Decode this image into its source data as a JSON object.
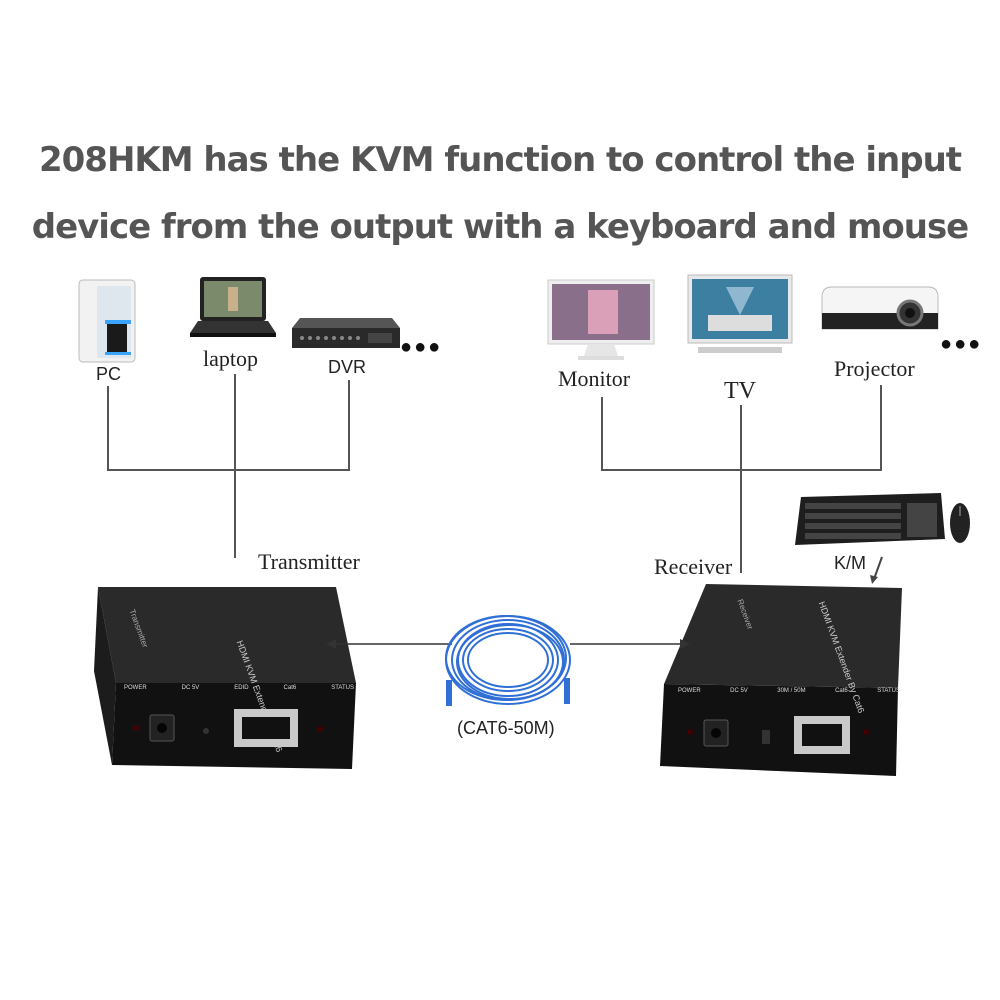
{
  "title": {
    "line1": "208HKM has the KVM function to control the input",
    "line2": "device from the output with a keyboard and mouse"
  },
  "sources": {
    "pc": "PC",
    "laptop": "laptop",
    "dvr": "DVR",
    "more": "●●●"
  },
  "displays": {
    "monitor": "Monitor",
    "tv": "TV",
    "projector": "Projector",
    "more": "●●●"
  },
  "km": "K/M",
  "transmitter": {
    "label": "Transmitter",
    "top_text": "HDMI KVM Extender By Cat6",
    "side_text": "Transmitter",
    "ports": [
      "POWER",
      "DC 5V",
      "EDID",
      "Cat6",
      "STATUS"
    ]
  },
  "receiver": {
    "label": "Receiver",
    "top_text": "HDMI KVM Extender By Cat6",
    "side_text": "Receiver",
    "ports": [
      "POWER",
      "DC 5V",
      "30M / 50M",
      "Cat6",
      "STATUS"
    ]
  },
  "cable": "(CAT6-50M)"
}
